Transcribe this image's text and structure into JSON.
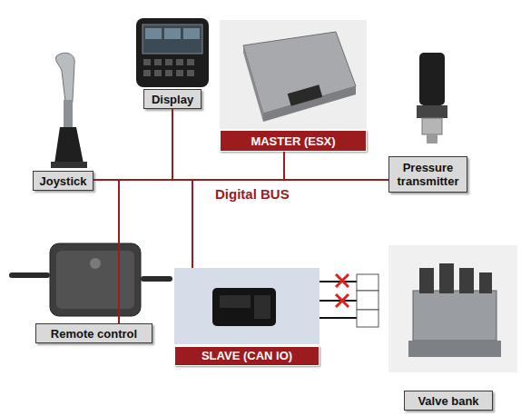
{
  "diagram": {
    "nodes": [
      {
        "text": [
          "Display"
        ]
      },
      {
        "text": [
          "MASTER (ESX)"
        ]
      },
      {
        "text": [
          "Pressure transmitter"
        ]
      },
      {
        "text": [
          "Joystick"
        ]
      },
      {
        "text": [
          "Remote control"
        ]
      },
      {
        "text": [
          "SLAVE (CAN IO)"
        ]
      },
      {
        "text": [
          "Valve bank"
        ]
      }
    ],
    "edges": [
      {
        "from": 1,
        "to": 0,
        "arrow": "none"
      },
      {
        "from": 1,
        "to": 2,
        "arrow": "none"
      },
      {
        "from": 1,
        "to": 3,
        "arrow": "none"
      },
      {
        "from": 1,
        "to": 4,
        "arrow": "none"
      },
      {
        "from": 1,
        "to": 5,
        "arrow": "none"
      }
    ],
    "labels": [
      "Digital BUS"
    ]
  }
}
